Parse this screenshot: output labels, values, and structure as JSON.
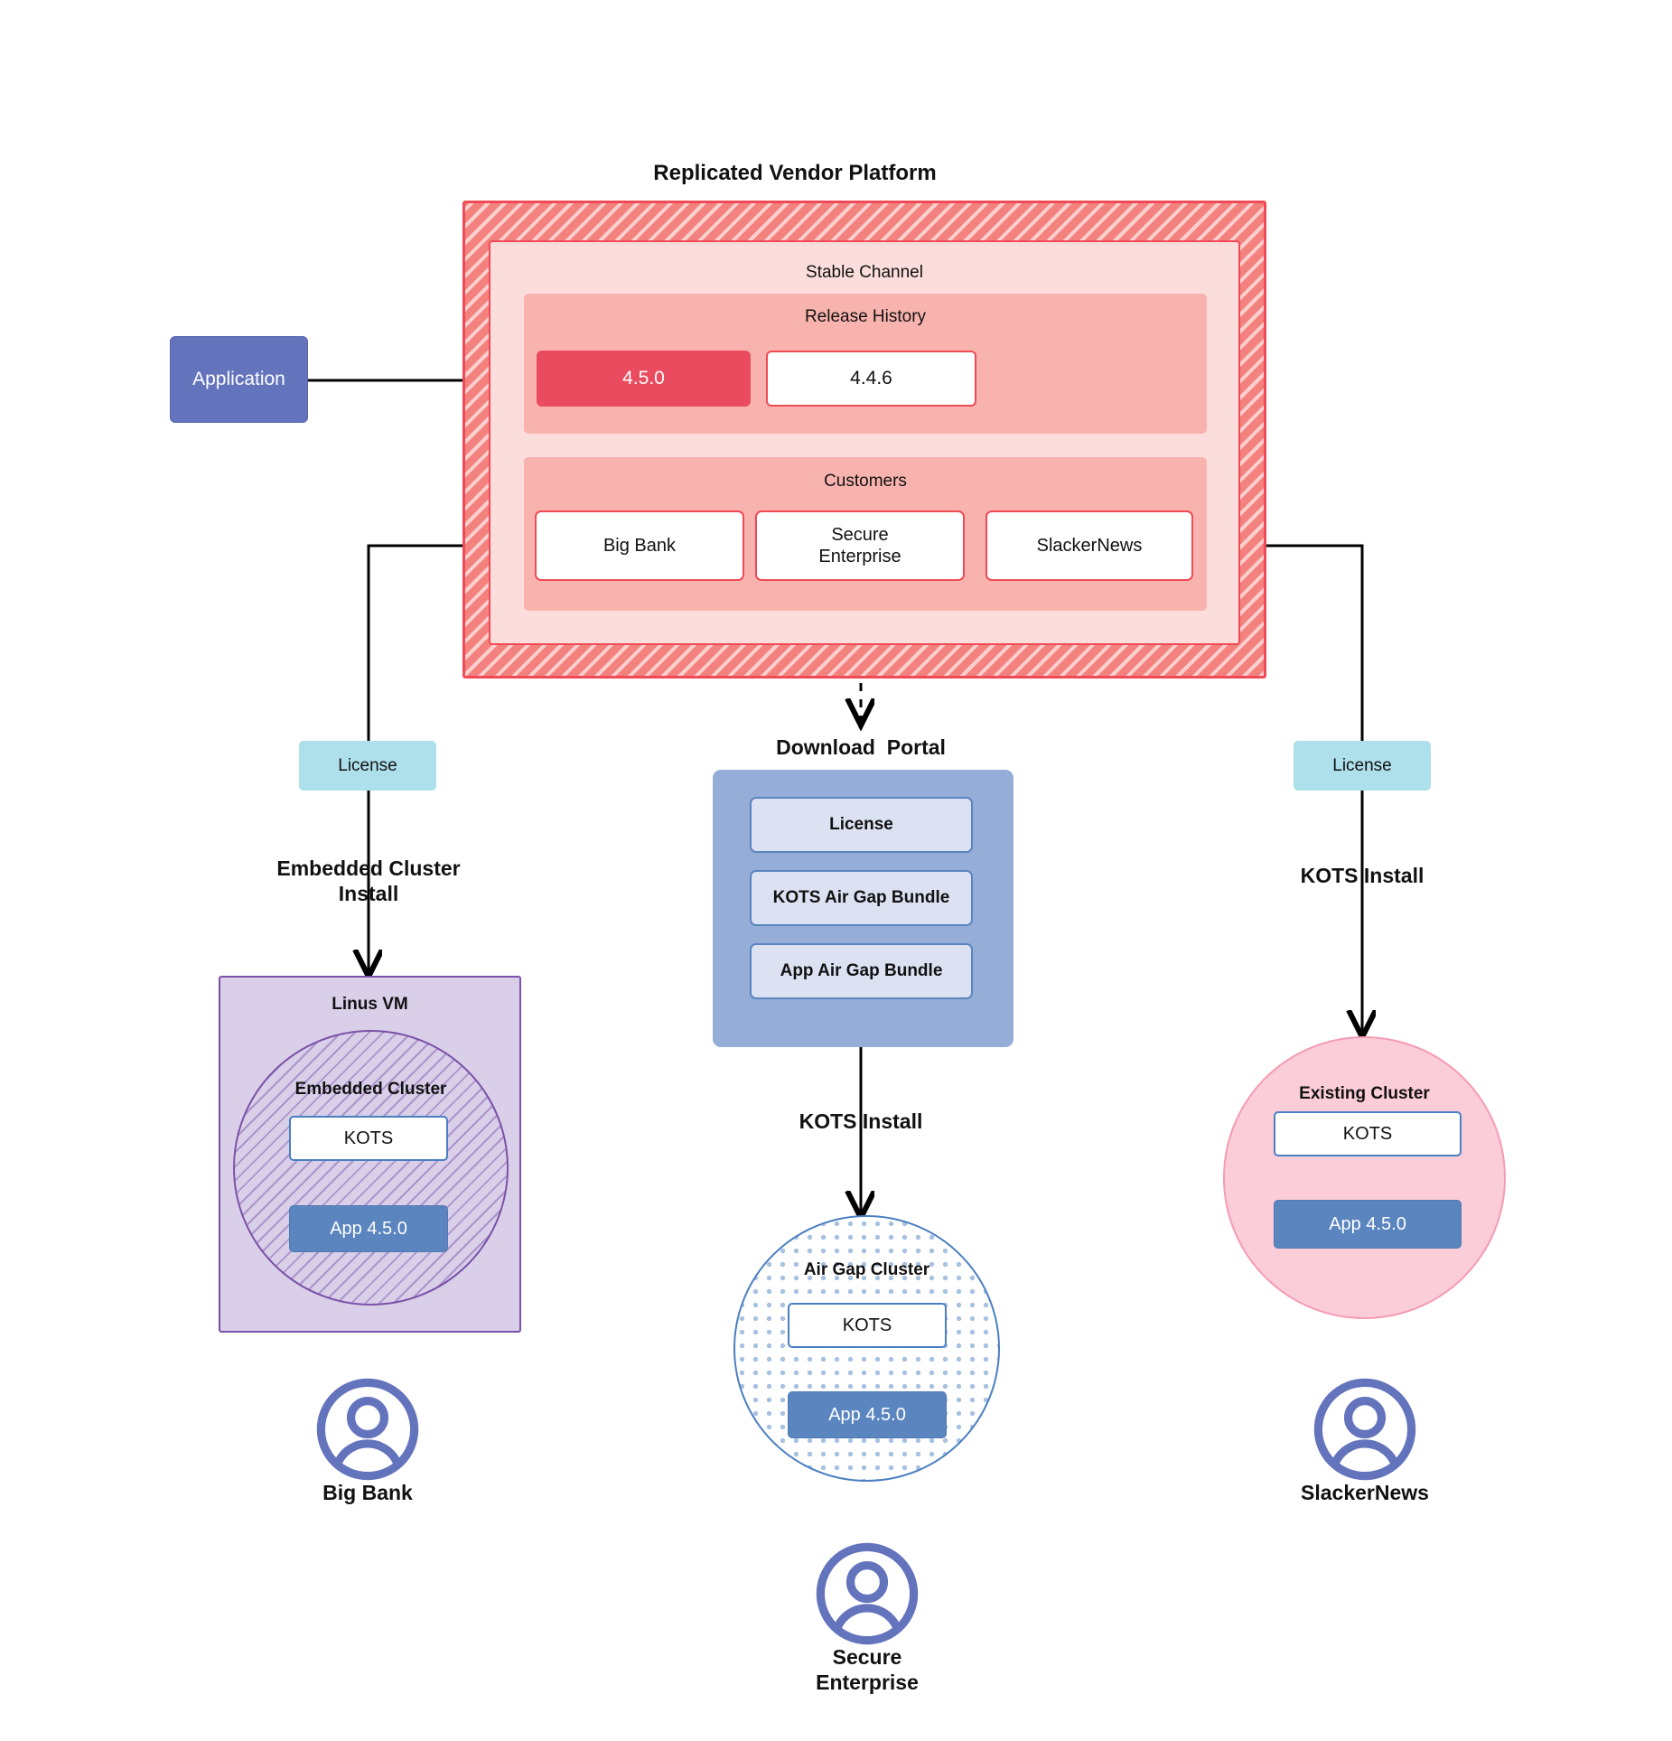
{
  "diagram": {
    "title": "Replicated Vendor Platform",
    "platform": {
      "stable_channel_label": "Stable Channel",
      "release_history": {
        "label": "Release History",
        "releases": [
          {
            "version": "4.5.0",
            "state": "current"
          },
          {
            "version": "4.4.6",
            "state": "previous"
          }
        ]
      },
      "customers": {
        "label": "Customers",
        "items": [
          {
            "name": "Big Bank"
          },
          {
            "name": "Secure\nEnterprise"
          },
          {
            "name": "SlackerNews"
          }
        ]
      }
    },
    "application_node": {
      "label": "Application"
    },
    "license_left": {
      "label": "License"
    },
    "license_right": {
      "label": "License"
    },
    "install_labels": {
      "left": "Embedded Cluster\nInstall",
      "center_top": "Download  Portal",
      "center_bottom": "KOTS Install",
      "right": "KOTS Install"
    },
    "download_portal": {
      "title": "Download  Portal",
      "items": [
        {
          "label": "License"
        },
        {
          "label": "KOTS Air Gap Bundle"
        },
        {
          "label": "App Air Gap Bundle"
        }
      ]
    },
    "left_target": {
      "vm_label": "Linus VM",
      "cluster_label": "Embedded Cluster",
      "kots_label": "KOTS",
      "app_label": "App 4.5.0",
      "customer_label": "Big Bank"
    },
    "center_target": {
      "cluster_label": "Air Gap Cluster",
      "kots_label": "KOTS",
      "app_label": "App 4.5.0",
      "customer_label": "Secure\nEnterprise"
    },
    "right_target": {
      "cluster_label": "Existing Cluster",
      "kots_label": "KOTS",
      "app_label": "App 4.5.0",
      "customer_label": "SlackerNews"
    },
    "colors": {
      "platform_hatch": "#f3817d",
      "platform_border": "#ef4a55",
      "stable_channel": "#fbdedb",
      "panel": "#f8b3ae",
      "release_current": "#ea4b5e",
      "application": "#6374bd",
      "license_chip": "#ade0ea",
      "portal": "#94aed8",
      "portal_item": "#dde2f3",
      "vm": "#d9cfe9",
      "vm_border": "#7b52a8",
      "airgap_border": "#4a7fc1",
      "existing_cluster": "#fbcdd9",
      "app_version": "#5b85bf",
      "avatar": "#6374bd"
    }
  }
}
